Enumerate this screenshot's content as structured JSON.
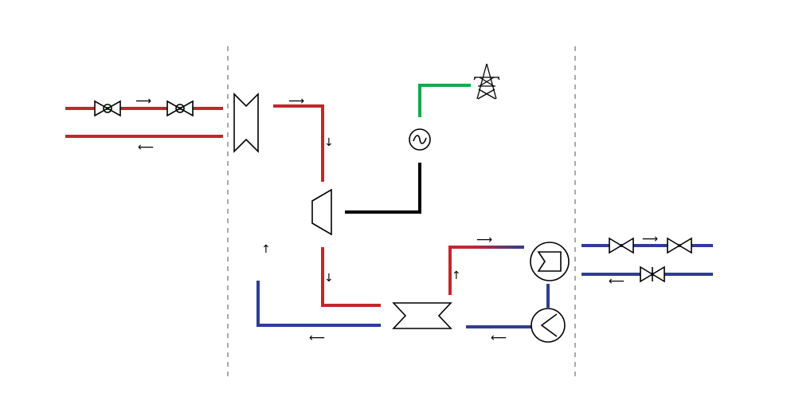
{
  "colors": {
    "hot": "#c4262e",
    "cold": "#2f3d93",
    "grid": "#1aa64a",
    "shaft": "#000000",
    "symbol_stroke": "#000000",
    "divider": "#555555"
  },
  "arrows": {
    "right": "⟶",
    "left": "⟵",
    "down": "↓",
    "up": "↑"
  },
  "components": [
    "valve",
    "heat-exchanger",
    "turbine",
    "generator",
    "power-pylon",
    "condenser-heat-exchanger",
    "feed-pump",
    "heat-exchanger-panel",
    "circulation-pump"
  ]
}
